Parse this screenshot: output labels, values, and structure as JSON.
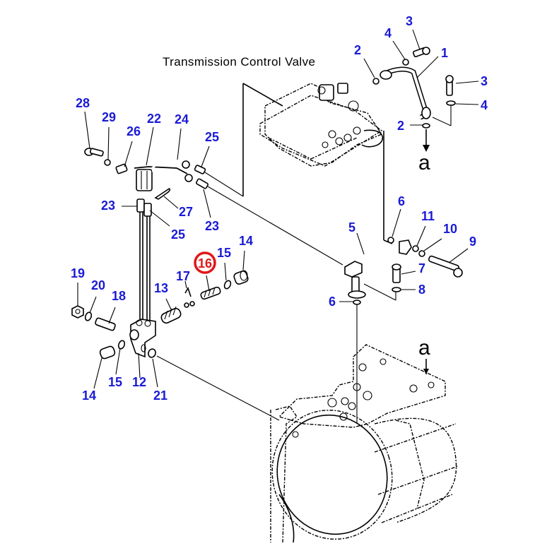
{
  "diagram": {
    "title": "Transmission Control Valve",
    "reference_mark": "a",
    "highlighted_part": "16",
    "colors": {
      "label": "#1a1ad6",
      "highlight": "#e01818",
      "line": "#000000"
    },
    "labels": {
      "p1": "1",
      "p2a": "2",
      "p2b": "2",
      "p3a": "3",
      "p3b": "3",
      "p4a": "4",
      "p4b": "4",
      "p5": "5",
      "p6a": "6",
      "p6b": "6",
      "p7": "7",
      "p8": "8",
      "p9": "9",
      "p10": "10",
      "p11": "11",
      "p12": "12",
      "p13": "13",
      "p14a": "14",
      "p14b": "14",
      "p15a": "15",
      "p15b": "15",
      "p16": "16",
      "p17": "17",
      "p18": "18",
      "p19": "19",
      "p20": "20",
      "p21": "21",
      "p22": "22",
      "p23a": "23",
      "p23b": "23",
      "p24": "24",
      "p25a": "25",
      "p25b": "25",
      "p26": "26",
      "p27": "27",
      "p28": "28",
      "p29": "29"
    }
  }
}
